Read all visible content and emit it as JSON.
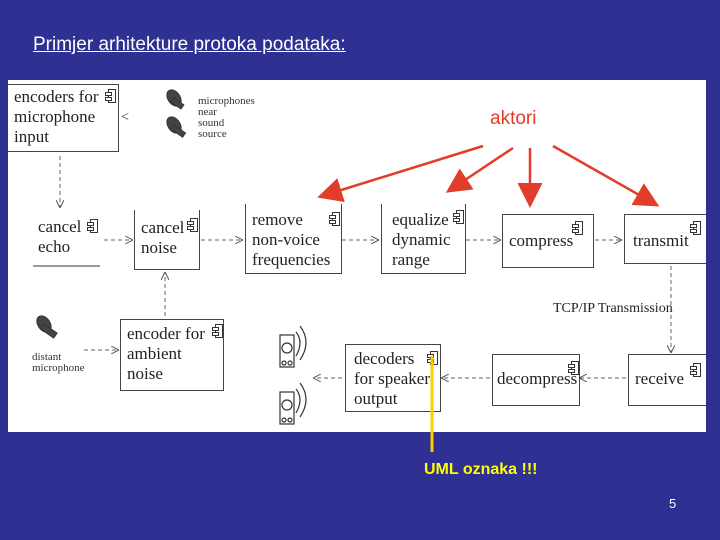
{
  "slide": {
    "title": "Primjer arhitekture protoka podataka:",
    "page_number": "5"
  },
  "callouts": {
    "actors": "aktori",
    "uml_notation": "UML oznaka !!!",
    "actor_arrow_color": "#e23c2a",
    "uml_arrow_color": "#ffcc00"
  },
  "components": {
    "encoders_mic": "encoders for\nmicrophone\ninput",
    "cancel_echo": "cancel\necho",
    "cancel_noise": "cancel\nnoise",
    "remove_nonvoice": "remove\nnon-voice\nfrequencies",
    "equalize": "equalize\ndynamic\nrange",
    "compress": "compress",
    "transmit": "transmit",
    "encoder_ambient": "encoder for\nambient\nnoise",
    "decoders_speaker": "decoders\nfor speaker\noutput",
    "decompress": "decompress",
    "receive": "receive"
  },
  "labels": {
    "microphones": "microphones\nnear\nsound\nsource",
    "distant_microphone": "distant\nmicrophone",
    "tcpip": "TCP/IP Transmission",
    "lt_sign": "<"
  },
  "colors": {
    "background": "#2e3192",
    "panel": "#ffffff"
  }
}
